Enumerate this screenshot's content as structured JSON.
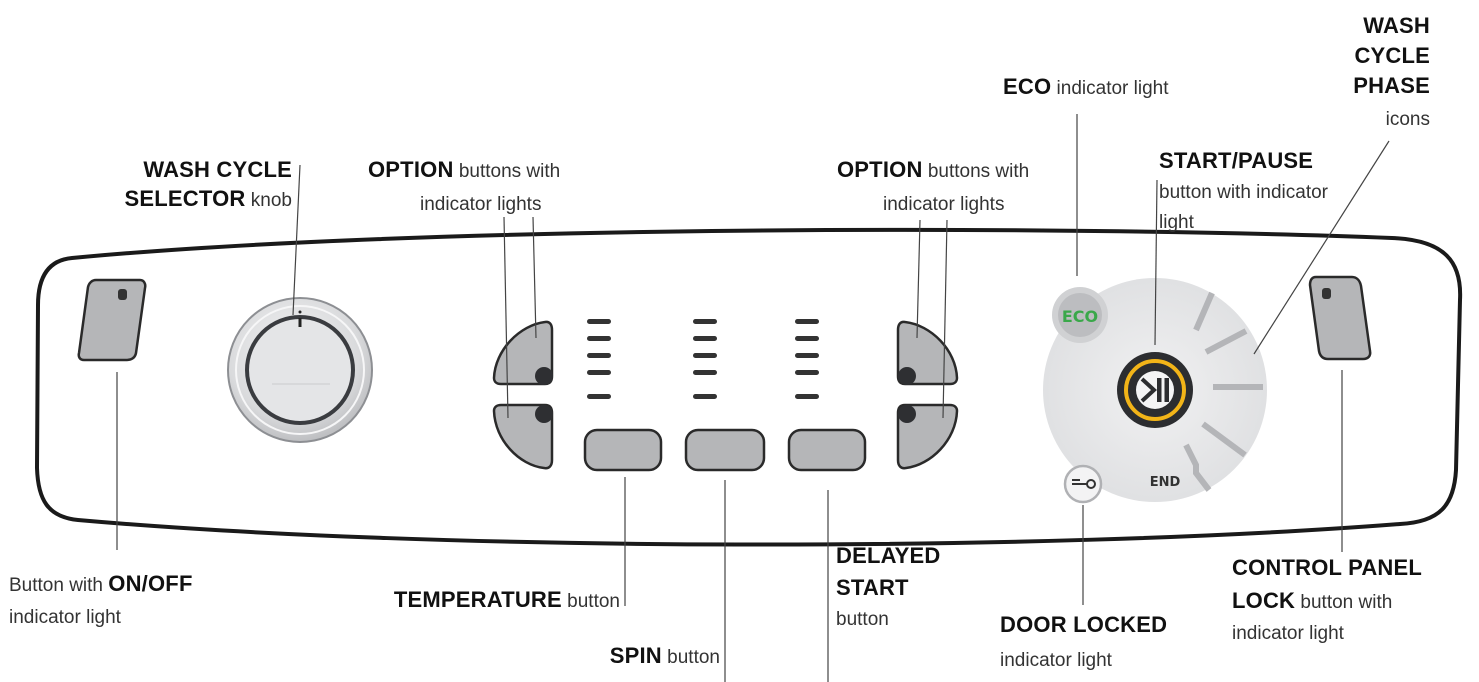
{
  "labels": {
    "wash_cycle_selector": {
      "line1_bold": "WASH CYCLE",
      "line2_bold": "SELECTOR",
      "line2_rest": " knob"
    },
    "option_left": {
      "bold": "OPTION",
      "rest": " buttons with",
      "line2": "indicator lights"
    },
    "option_right": {
      "bold": "OPTION",
      "rest": " buttons with",
      "line2": "indicator lights"
    },
    "eco": {
      "bold": "ECO",
      "rest": " indicator light"
    },
    "start_pause": {
      "bold": "START/PAUSE",
      "line2": "button with indicator",
      "line3": "light"
    },
    "wash_cycle_phase": {
      "line1": "WASH",
      "line2": "CYCLE",
      "line3": "PHASE",
      "line4": "icons"
    },
    "on_off": {
      "pre": "Button with ",
      "bold": "ON/OFF",
      "line2": "indicator light"
    },
    "temperature": {
      "bold": "TEMPERATURE",
      "rest": " button"
    },
    "spin": {
      "bold": "SPIN",
      "rest": " button"
    },
    "delayed_start": {
      "line1": "DELAYED",
      "line2": "START",
      "line3": "button"
    },
    "door_locked": {
      "bold": "DOOR LOCKED",
      "line2": "indicator light"
    },
    "control_panel_lock": {
      "line1": "CONTROL PANEL",
      "line2_bold": "LOCK",
      "line2_rest": " button with",
      "line3": "indicator light"
    }
  },
  "panel": {
    "eco_badge": "ECO",
    "end_label": "END"
  },
  "colors": {
    "eco_green": "#3aa84a",
    "start_ring": "#f2b418",
    "button_fill": "#b5b6b8",
    "panel_outline": "#1a1a1a",
    "leader_line": "#444444"
  },
  "icons": [
    "power-button-icon",
    "knob-icon",
    "start-pause-icon",
    "key-icon"
  ]
}
